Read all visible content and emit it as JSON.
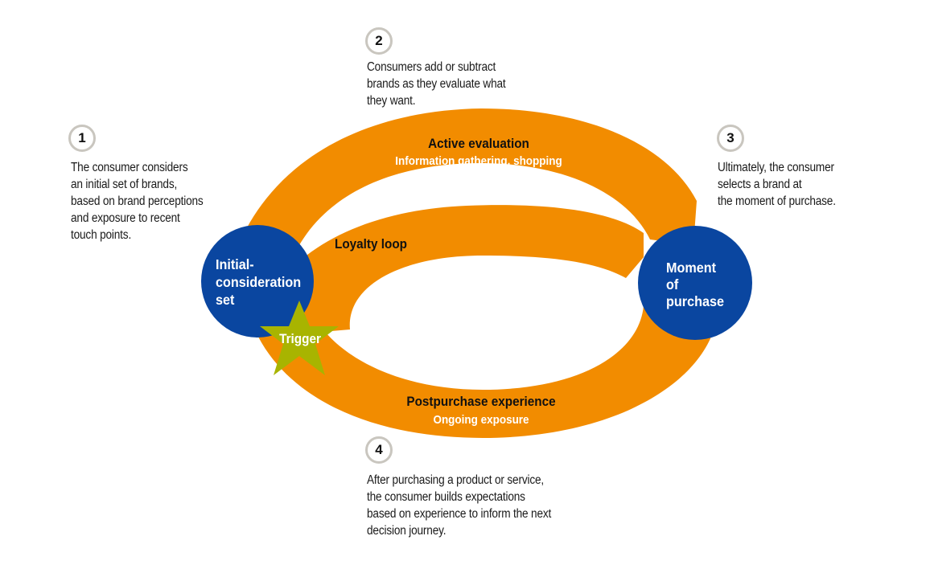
{
  "colors": {
    "orange": "#f28c00",
    "blue": "#0a46a0",
    "green": "#a8b400",
    "badge_border": "#c9c6bf",
    "label_dark": "#111111",
    "label_light": "#ffffff"
  },
  "steps": [
    {
      "number": "1",
      "lines": [
        "The consumer considers",
        "an initial set of brands,",
        "based on brand perceptions",
        "and exposure to recent",
        "touch points."
      ]
    },
    {
      "number": "2",
      "lines": [
        "Consumers add or subtract",
        "brands as they evaluate what",
        "they want."
      ]
    },
    {
      "number": "3",
      "lines": [
        "Ultimately, the consumer",
        "selects a brand at",
        "the moment of purchase."
      ]
    },
    {
      "number": "4",
      "lines": [
        "After purchasing a product or service,",
        "the consumer builds expectations",
        "based on experience to inform the next",
        "decision journey."
      ]
    }
  ],
  "nodes": {
    "initial": {
      "lines": [
        "Initial-",
        "consideration",
        "set"
      ]
    },
    "purchase": {
      "lines": [
        "Moment",
        "of",
        "purchase"
      ]
    },
    "trigger": {
      "label": "Trigger"
    }
  },
  "arcs": {
    "active": {
      "title": "Active evaluation",
      "subtitle": "Information gathering, shopping"
    },
    "loyalty": {
      "title": "Loyalty loop"
    },
    "post": {
      "title": "Postpurchase experience",
      "subtitle": "Ongoing exposure"
    }
  }
}
